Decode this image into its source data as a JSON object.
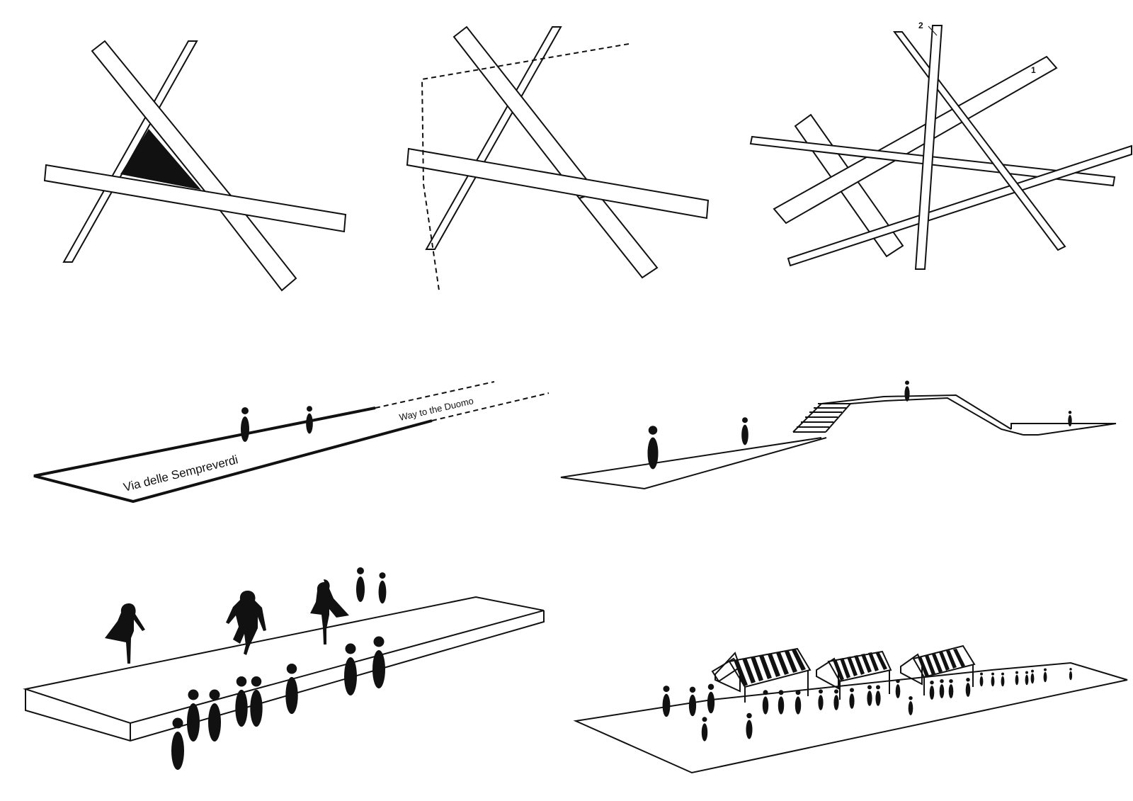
{
  "labels": {
    "street": "Via delle Sempreverdi",
    "duomo": "Way to the Duomo",
    "num1": "1",
    "num2": "2"
  },
  "colors": {
    "ink": "#111111",
    "paper": "#ffffff"
  }
}
